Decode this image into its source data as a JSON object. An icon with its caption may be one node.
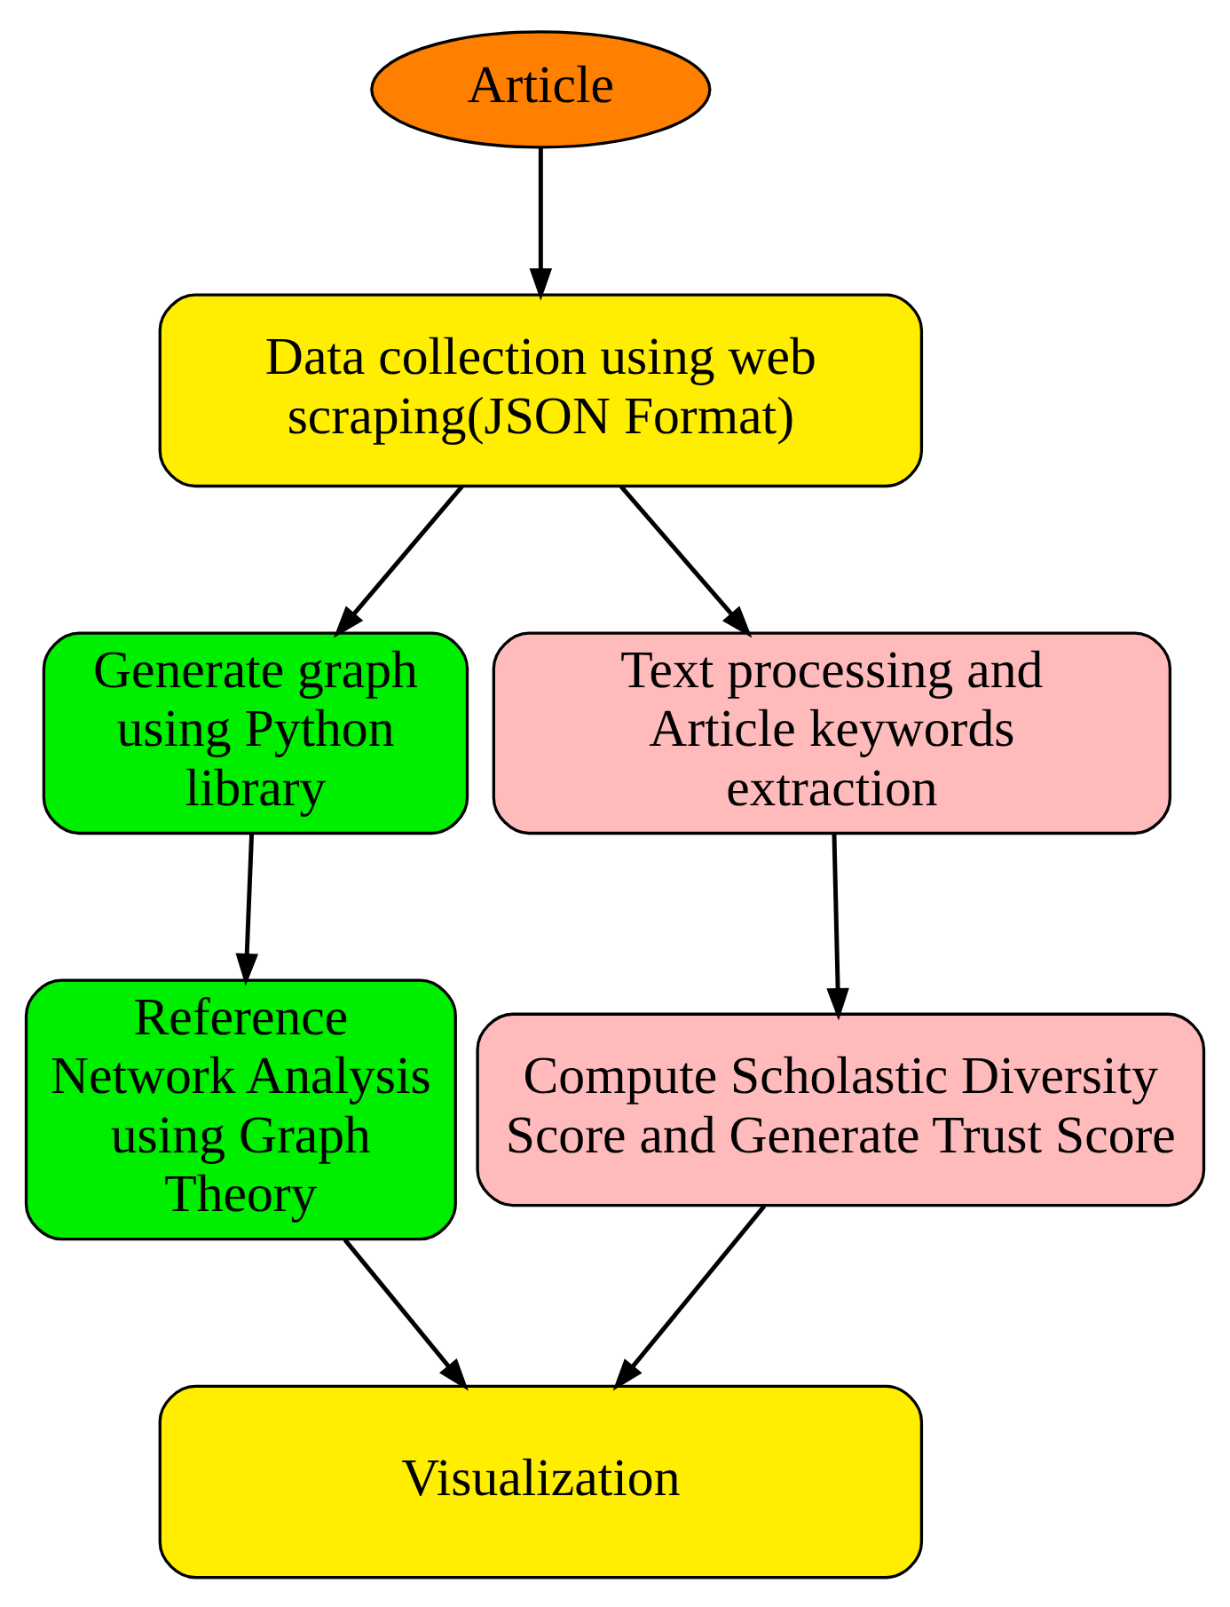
{
  "diagram": {
    "nodes": [
      {
        "text": [
          "Article"
        ]
      },
      {
        "text": [
          "Data collection using web scraping(JSON Format)"
        ]
      },
      {
        "text": [
          "Generate graph using Python library"
        ]
      },
      {
        "text": [
          "Text processing and Article keywords extraction"
        ]
      },
      {
        "text": [
          "Reference Network Analysis using Graph Theory"
        ]
      },
      {
        "text": [
          "Compute Scholastic Diversity Score and Generate Trust Score"
        ]
      },
      {
        "text": [
          "Visualization"
        ]
      }
    ],
    "edges": [
      {
        "from": 0,
        "to": 1,
        "arrow": "to"
      },
      {
        "from": 1,
        "to": 2,
        "arrow": "to"
      },
      {
        "from": 1,
        "to": 3,
        "arrow": "to"
      },
      {
        "from": 2,
        "to": 4,
        "arrow": "to"
      },
      {
        "from": 3,
        "to": 5,
        "arrow": "to"
      },
      {
        "from": 4,
        "to": 6,
        "arrow": "to"
      },
      {
        "from": 5,
        "to": 6,
        "arrow": "to"
      }
    ]
  }
}
